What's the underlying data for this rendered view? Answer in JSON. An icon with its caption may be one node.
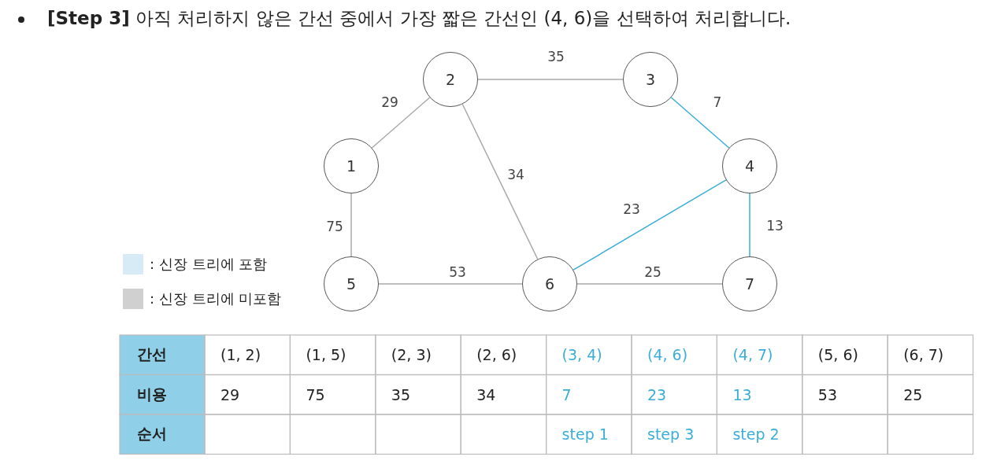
{
  "diagram": {
    "title": "**[Step 3]** 아직 처리하지 않은 간선 중에서 가장 짧은 간선인 (4, 6)을 선택하여 처리합니다.",
    "nodes": [
      {
        "text": [
          "1"
        ]
      },
      {
        "text": [
          "2"
        ]
      },
      {
        "text": [
          "3"
        ]
      },
      {
        "text": [
          "4"
        ]
      },
      {
        "text": [
          "5"
        ]
      },
      {
        "text": [
          "6"
        ]
      },
      {
        "text": [
          "7"
        ]
      }
    ],
    "edges": [
      {
        "from": 0,
        "to": 1,
        "arrow": "none",
        "label": "29"
      },
      {
        "from": 0,
        "to": 4,
        "arrow": "none",
        "label": "75"
      },
      {
        "from": 1,
        "to": 2,
        "arrow": "none",
        "label": "35"
      },
      {
        "from": 1,
        "to": 5,
        "arrow": "none",
        "label": "34"
      },
      {
        "from": 2,
        "to": 3,
        "arrow": "none",
        "label": "7",
        "color": "#3aaed8"
      },
      {
        "from": 3,
        "to": 5,
        "arrow": "none",
        "label": "23",
        "color": "#3aaed8"
      },
      {
        "from": 3,
        "to": 6,
        "arrow": "none",
        "label": "13",
        "color": "#3aaed8"
      },
      {
        "from": 4,
        "to": 5,
        "arrow": "none",
        "label": "53"
      },
      {
        "from": 5,
        "to": 6,
        "arrow": "none",
        "label": "25"
      }
    ],
    "labels": [
      "간선",
      "(1, 2)",
      "(1, 5)",
      "(2, 3)",
      "(2, 6)",
      "(3, 4)",
      "(4, 6)",
      "(4, 7)",
      "(5, 6)",
      "(6, 7)",
      "비용",
      "29",
      "75",
      "35",
      "34",
      "7",
      "23",
      "13",
      "53",
      "25",
      "순서",
      "step 1",
      "step 3",
      "step 2"
    ],
    "legend": [
      {
        "text": ": 신장 트리에 포함",
        "color": "#d6ebf5"
      },
      {
        "text": ": 신장 트리에 미포함",
        "color": "#d0d0d0"
      }
    ]
  }
}
